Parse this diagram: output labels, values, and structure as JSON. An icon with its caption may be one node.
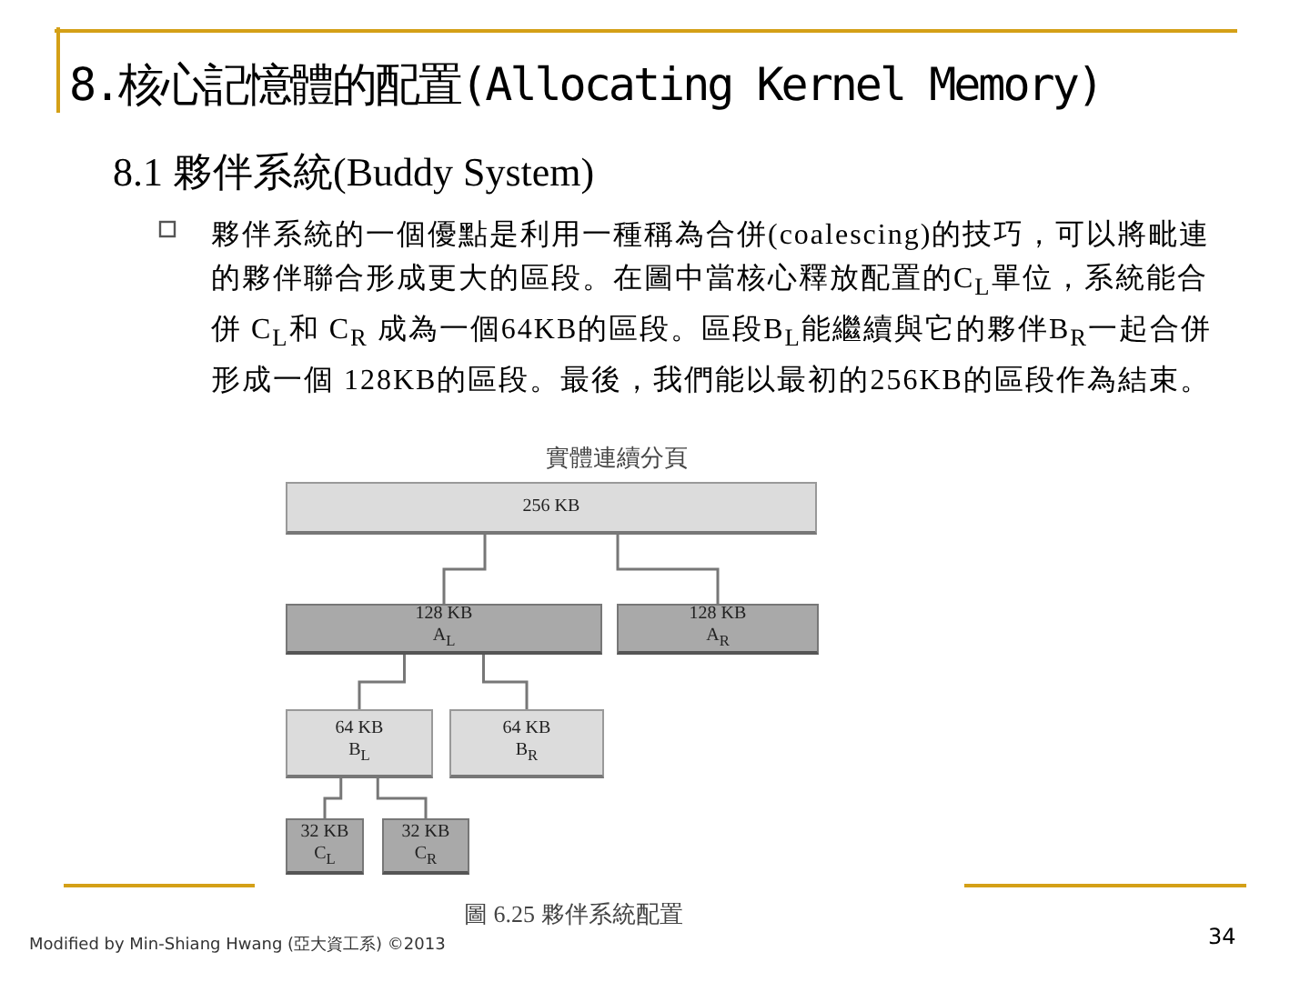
{
  "diagram": {
    "title": "8.核心記憶體的配置(Allocating Kernel Memory)",
    "caption": "圖 6.25 夥伴系統配置",
    "nodes": [
      {
        "text": [
          "實體連續分頁",
          "256 KB"
        ]
      },
      {
        "text": [
          "128 KB",
          "A$_{L}$"
        ]
      },
      {
        "text": [
          "128 KB",
          "A$_{R}$"
        ]
      },
      {
        "text": [
          "64 KB",
          "B$_{L}$"
        ]
      },
      {
        "text": [
          "64 KB",
          "B$_{R}$"
        ]
      },
      {
        "text": [
          "32 KB",
          "C$_{L}$"
        ]
      },
      {
        "text": [
          "32 KB",
          "C$_{R}$"
        ]
      }
    ],
    "edges": [
      {
        "from": 0,
        "to": 1,
        "arrow": "none"
      },
      {
        "from": 0,
        "to": 2,
        "arrow": "none"
      },
      {
        "from": 1,
        "to": 3,
        "arrow": "none"
      },
      {
        "from": 1,
        "to": 4,
        "arrow": "none"
      },
      {
        "from": 3,
        "to": 5,
        "arrow": "none"
      },
      {
        "from": 3,
        "to": 6,
        "arrow": "none"
      }
    ],
    "labels": [
      "8.1 夥伴系統(Buddy System)",
      "夥伴系統的一個優點是利用一種稱為合併(coalescing)的技巧，可以將毗連的夥伴聯合形成更大的區段。在圖中當核心釋放配置的C$_{L}$單位，系統能合併 C$_{L}$和 C$_{R}$ 成為一個64KB的區段。區段B$_{L}$能繼續與它的夥伴B$_{R}$一起合併形成一個 128KB的區段。最後，我們能以最初的256KB的區段作為結束。",
      "Modified by Min-Shiang Hwang (亞大資工系) ©2013",
      "34"
    ]
  }
}
